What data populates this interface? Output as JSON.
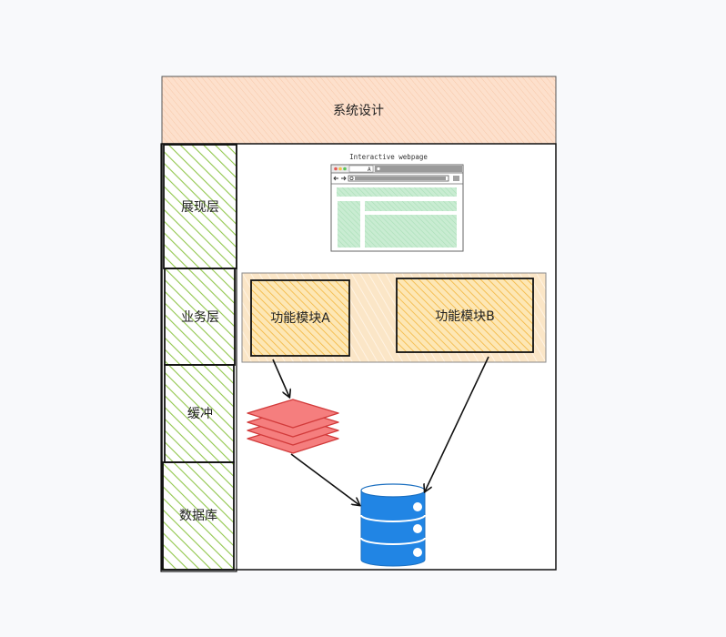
{
  "title": "系统设计",
  "layers": [
    {
      "label": "展现层"
    },
    {
      "label": "业务层"
    },
    {
      "label": "缓冲"
    },
    {
      "label": "数据库"
    }
  ],
  "webpage": {
    "caption": "Interactive webpage",
    "tab_label": "A"
  },
  "modules": [
    {
      "label": "功能模块A"
    },
    {
      "label": "功能模块B"
    }
  ],
  "colors": {
    "title_fill": "#ffddc4",
    "layer_hatch": "#92c74e",
    "module_group_fill": "#fae3c0",
    "module_hatch": "#f6b73c",
    "cache_fill": "#f57e7e",
    "cache_stroke": "#d23b3b",
    "db_fill": "#2185e4",
    "db_top": "#ffffff",
    "wireframe_block": "#b4e3c0"
  }
}
